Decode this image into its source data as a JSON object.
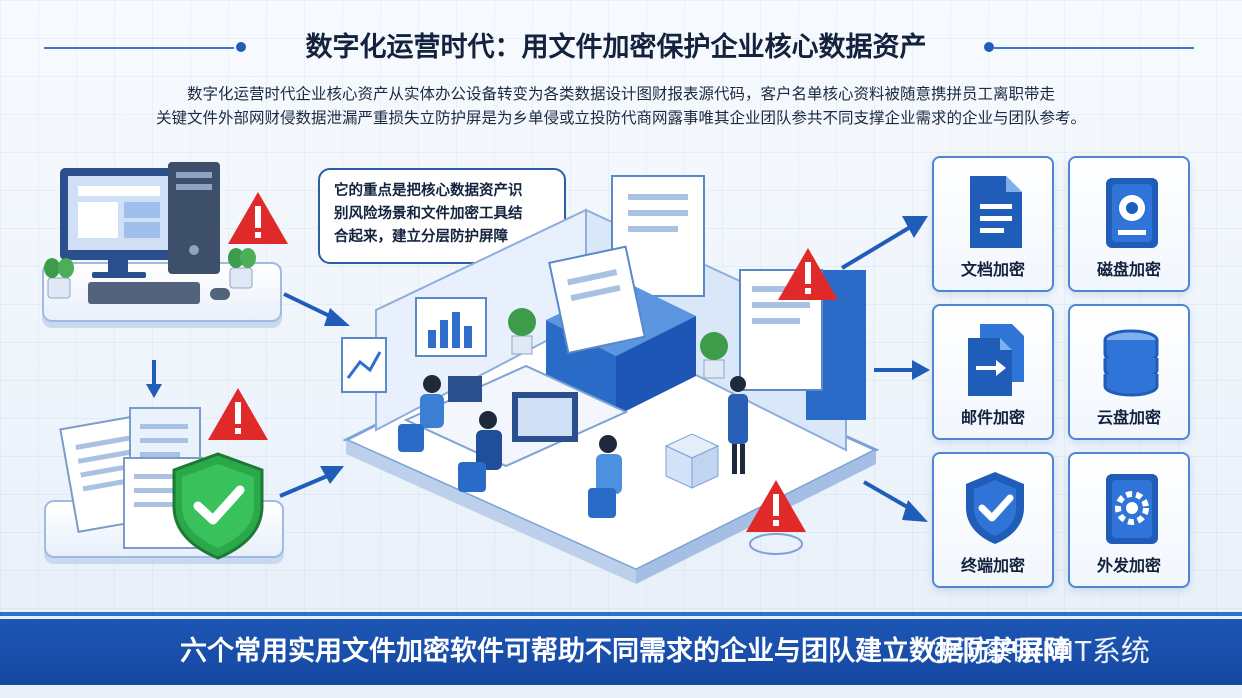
{
  "title": "数字化运营时代：用文件加密保护企业核心数据资产",
  "intro": {
    "line1": "数字化运营时代企业核心资产从实体办公设备转变为各类数据设计图财报表源代码，客户名单核心资料被随意携拼员工离职带走",
    "line2": "关键文件外部网财侵数据泄漏严重损失立防护屏是为乡单侵或立投防代商网露事唯其企业团队参共不同支撑企业需求的企业与团队参考。"
  },
  "bubble": {
    "line1": "它的重点是把核心数据资产识",
    "line2": "别风险场景和文件加密工具结",
    "line3": "合起来，建立分层防护屏障"
  },
  "cards": [
    {
      "label": "文档加密",
      "icon": "document-icon"
    },
    {
      "label": "磁盘加密",
      "icon": "disk-lock-icon"
    },
    {
      "label": "邮件加密",
      "icon": "email-file-icon"
    },
    {
      "label": "云盘加密",
      "icon": "cloud-storage-icon"
    },
    {
      "label": "终端加密",
      "icon": "shield-check-icon"
    },
    {
      "label": "外发加密",
      "icon": "gear-book-icon"
    }
  ],
  "banner": {
    "text": "六个常用实用文件加密软件可帮助不同需求的企业与团队建立数据防护屏障",
    "watermark": "＠洞察眼MIT系统"
  },
  "colors": {
    "primary": "#1d56b4",
    "accent": "#2f6ecb",
    "warning": "#e02a2a",
    "shield_green": "#2aa84a"
  }
}
